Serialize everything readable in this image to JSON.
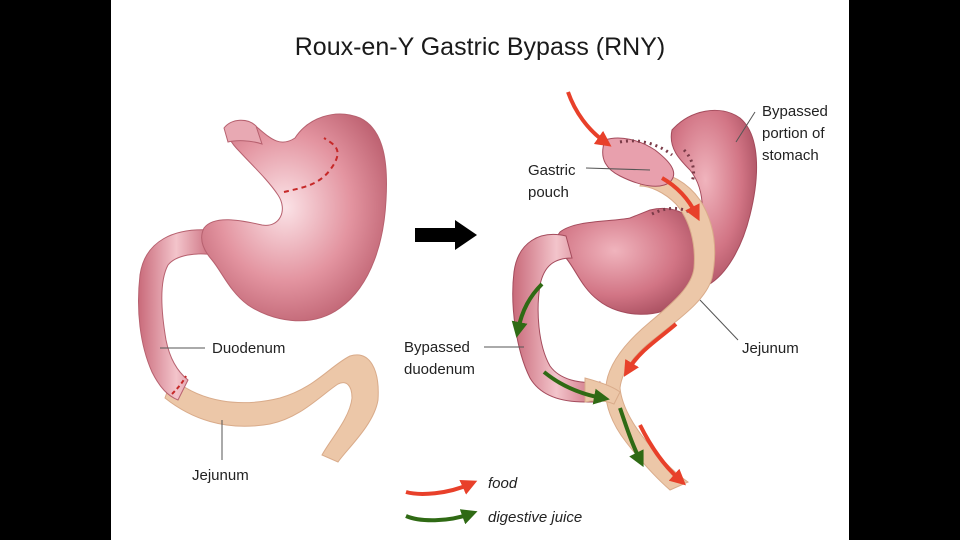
{
  "title": "Roux-en-Y Gastric Bypass (RNY)",
  "labels": {
    "duodenum": "Duodenum",
    "jejunum_left": "Jejunum",
    "gastric_pouch_1": "Gastric",
    "gastric_pouch_2": "pouch",
    "bypassed_stomach_1": "Bypassed",
    "bypassed_stomach_2": "portion of",
    "bypassed_stomach_3": "stomach",
    "bypassed_duodenum_1": "Bypassed",
    "bypassed_duodenum_2": "duodenum",
    "jejunum_right": "Jejunum"
  },
  "legend": {
    "food": "food",
    "digestive_juice": "digestive juice"
  },
  "colors": {
    "food_arrow": "#e8402a",
    "digestive_juice_arrow": "#2f6a14",
    "stomach": "#d97e8c",
    "jejunum": "#ecc7a8",
    "suture": "#c62828",
    "background": "#ffffff",
    "letterbox": "#000000"
  }
}
